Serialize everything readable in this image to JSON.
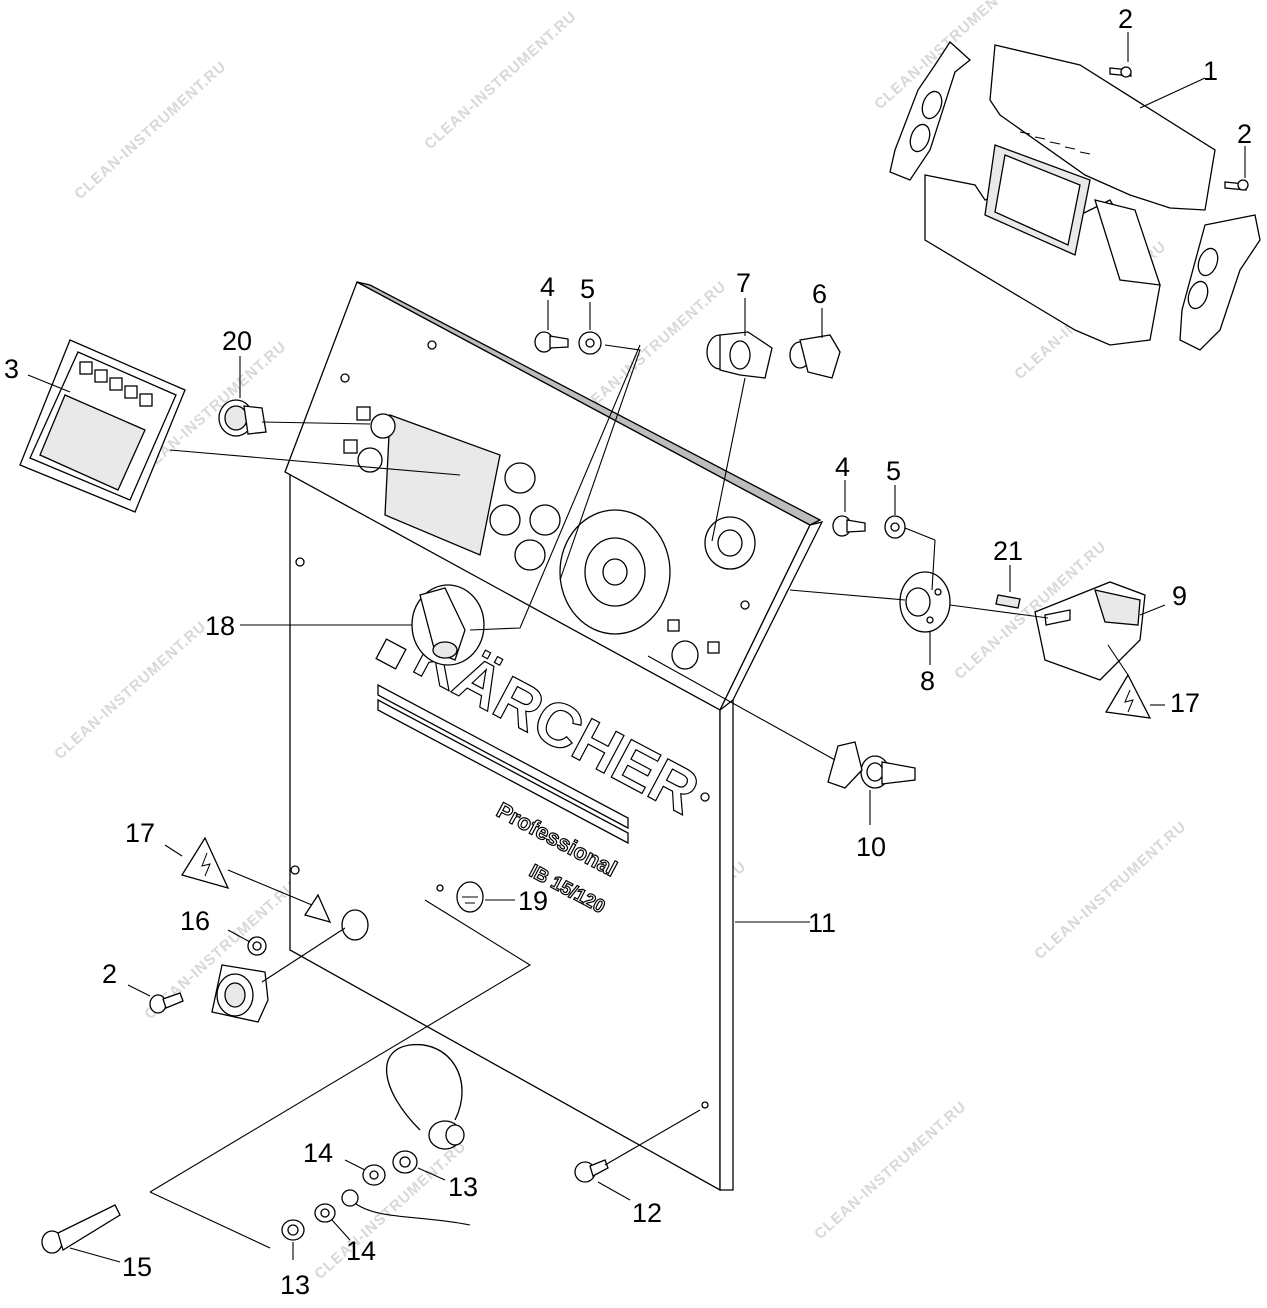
{
  "watermark": "CLEAN-INSTRUMENT.RU",
  "panel": {
    "brand": "KÄRCHER",
    "line": "Professional",
    "model": "IB 15/120"
  },
  "callouts": [
    {
      "id": "c1",
      "label": "1"
    },
    {
      "id": "c2a",
      "label": "2"
    },
    {
      "id": "c2b",
      "label": "2"
    },
    {
      "id": "c2c",
      "label": "2"
    },
    {
      "id": "c3",
      "label": "3"
    },
    {
      "id": "c4a",
      "label": "4"
    },
    {
      "id": "c4b",
      "label": "4"
    },
    {
      "id": "c5a",
      "label": "5"
    },
    {
      "id": "c5b",
      "label": "5"
    },
    {
      "id": "c6",
      "label": "6"
    },
    {
      "id": "c7",
      "label": "7"
    },
    {
      "id": "c8",
      "label": "8"
    },
    {
      "id": "c9",
      "label": "9"
    },
    {
      "id": "c10",
      "label": "10"
    },
    {
      "id": "c11",
      "label": "11"
    },
    {
      "id": "c12",
      "label": "12"
    },
    {
      "id": "c13a",
      "label": "13"
    },
    {
      "id": "c13b",
      "label": "13"
    },
    {
      "id": "c14a",
      "label": "14"
    },
    {
      "id": "c14b",
      "label": "14"
    },
    {
      "id": "c15",
      "label": "15"
    },
    {
      "id": "c16",
      "label": "16"
    },
    {
      "id": "c17a",
      "label": "17"
    },
    {
      "id": "c17b",
      "label": "17"
    },
    {
      "id": "c18",
      "label": "18"
    },
    {
      "id": "c19",
      "label": "19"
    },
    {
      "id": "c20",
      "label": "20"
    },
    {
      "id": "c21",
      "label": "21"
    }
  ]
}
